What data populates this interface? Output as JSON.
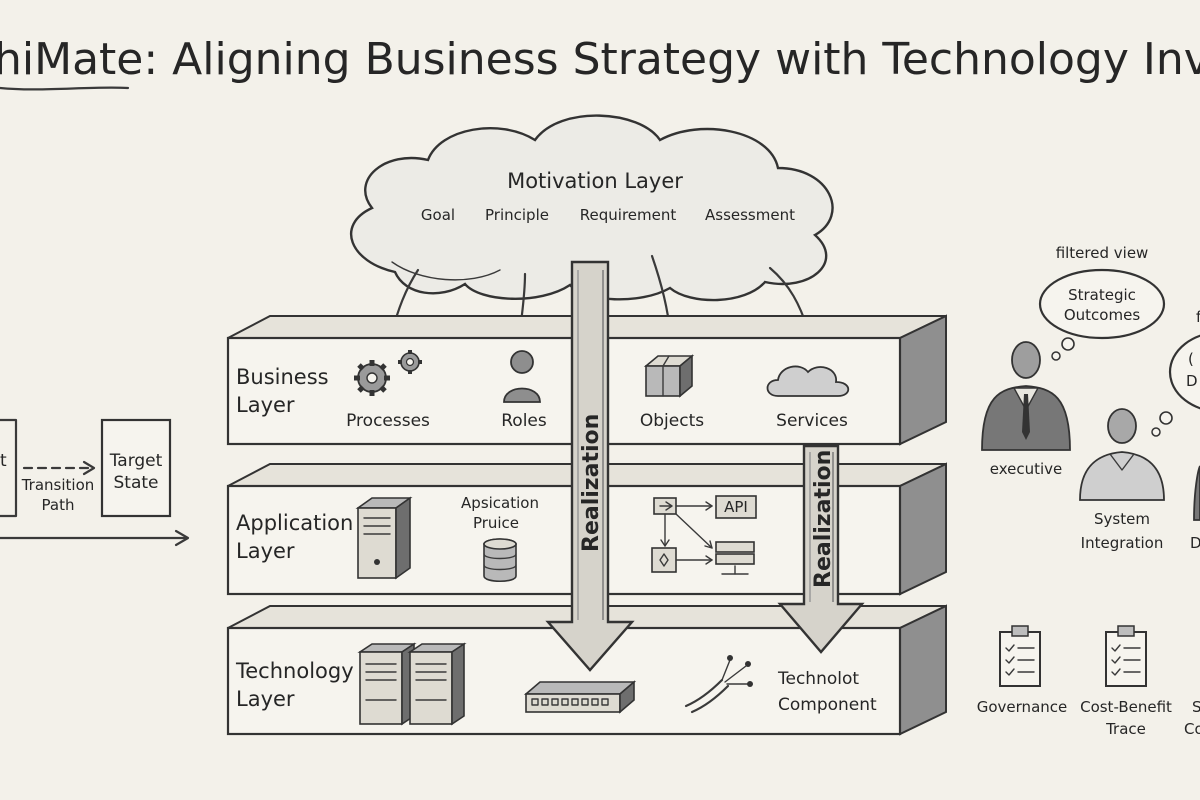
{
  "title": "hiMate: Aligning Business Strategy with Technology Investm",
  "motivation": {
    "title": "Motivation Layer",
    "items": [
      "Goal",
      "Principle",
      "Requirement",
      "Assessment"
    ]
  },
  "layers": {
    "business": {
      "title_line1": "Business",
      "title_line2": "Layer",
      "items": [
        "Processes",
        "Roles",
        "Objects",
        "Services"
      ]
    },
    "application": {
      "title_line1": "Application",
      "title_line2": "Layer",
      "app_label_line1": "Apsication",
      "app_label_line2": "Pruice",
      "api_label": "API"
    },
    "technology": {
      "title_line1": "Technology",
      "title_line2": "Layer",
      "component_line1": "Technolot",
      "component_line2": "Component"
    }
  },
  "realization": [
    "Realization",
    "Realization"
  ],
  "roadmap": {
    "current_fragment": "t",
    "transition_line1": "Transition",
    "transition_line2": "Path",
    "target_line1": "Target",
    "target_line2": "State"
  },
  "stakeholders": {
    "filtered_view_1": "filtered view",
    "bubble1_line1": "Strategic",
    "bubble1_line2": "Outcomes",
    "filtered_view_2_fragment": "f",
    "bubble2_line1_fragment": "(",
    "bubble2_line2_fragment": "D",
    "executive": "executive",
    "system_line1": "System",
    "system_line2": "Integration",
    "third_fragment": "D"
  },
  "docs": {
    "governance": "Governance",
    "cost_line1": "Cost-Benefit",
    "cost_line2": "Trace",
    "third_line1_fragment": "S",
    "third_line2_fragment": "Co"
  }
}
